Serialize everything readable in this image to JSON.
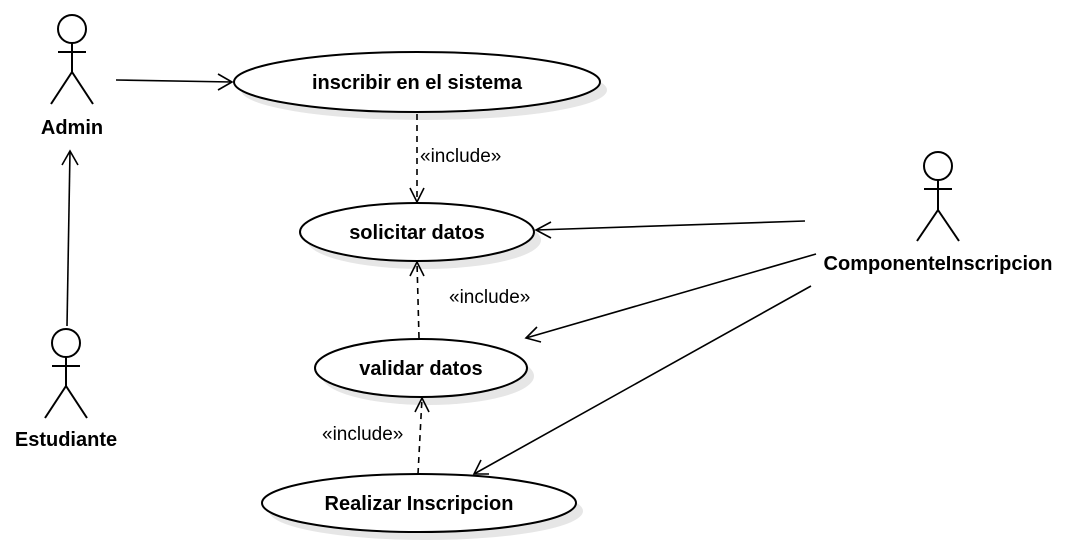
{
  "actors": {
    "admin": {
      "label": "Admin"
    },
    "estudiante": {
      "label": "Estudiante"
    },
    "componente": {
      "label": "ComponenteInscripcion"
    }
  },
  "use_cases": {
    "inscribir": {
      "label": "inscribir en el sistema"
    },
    "solicitar": {
      "label": "solicitar datos"
    },
    "validar": {
      "label": "validar datos"
    },
    "realizar": {
      "label": "Realizar Inscripcion"
    }
  },
  "relations": {
    "include_1": {
      "stereotype": "«include»"
    },
    "include_2": {
      "stereotype": "«include»"
    },
    "include_3": {
      "stereotype": "«include»"
    }
  }
}
